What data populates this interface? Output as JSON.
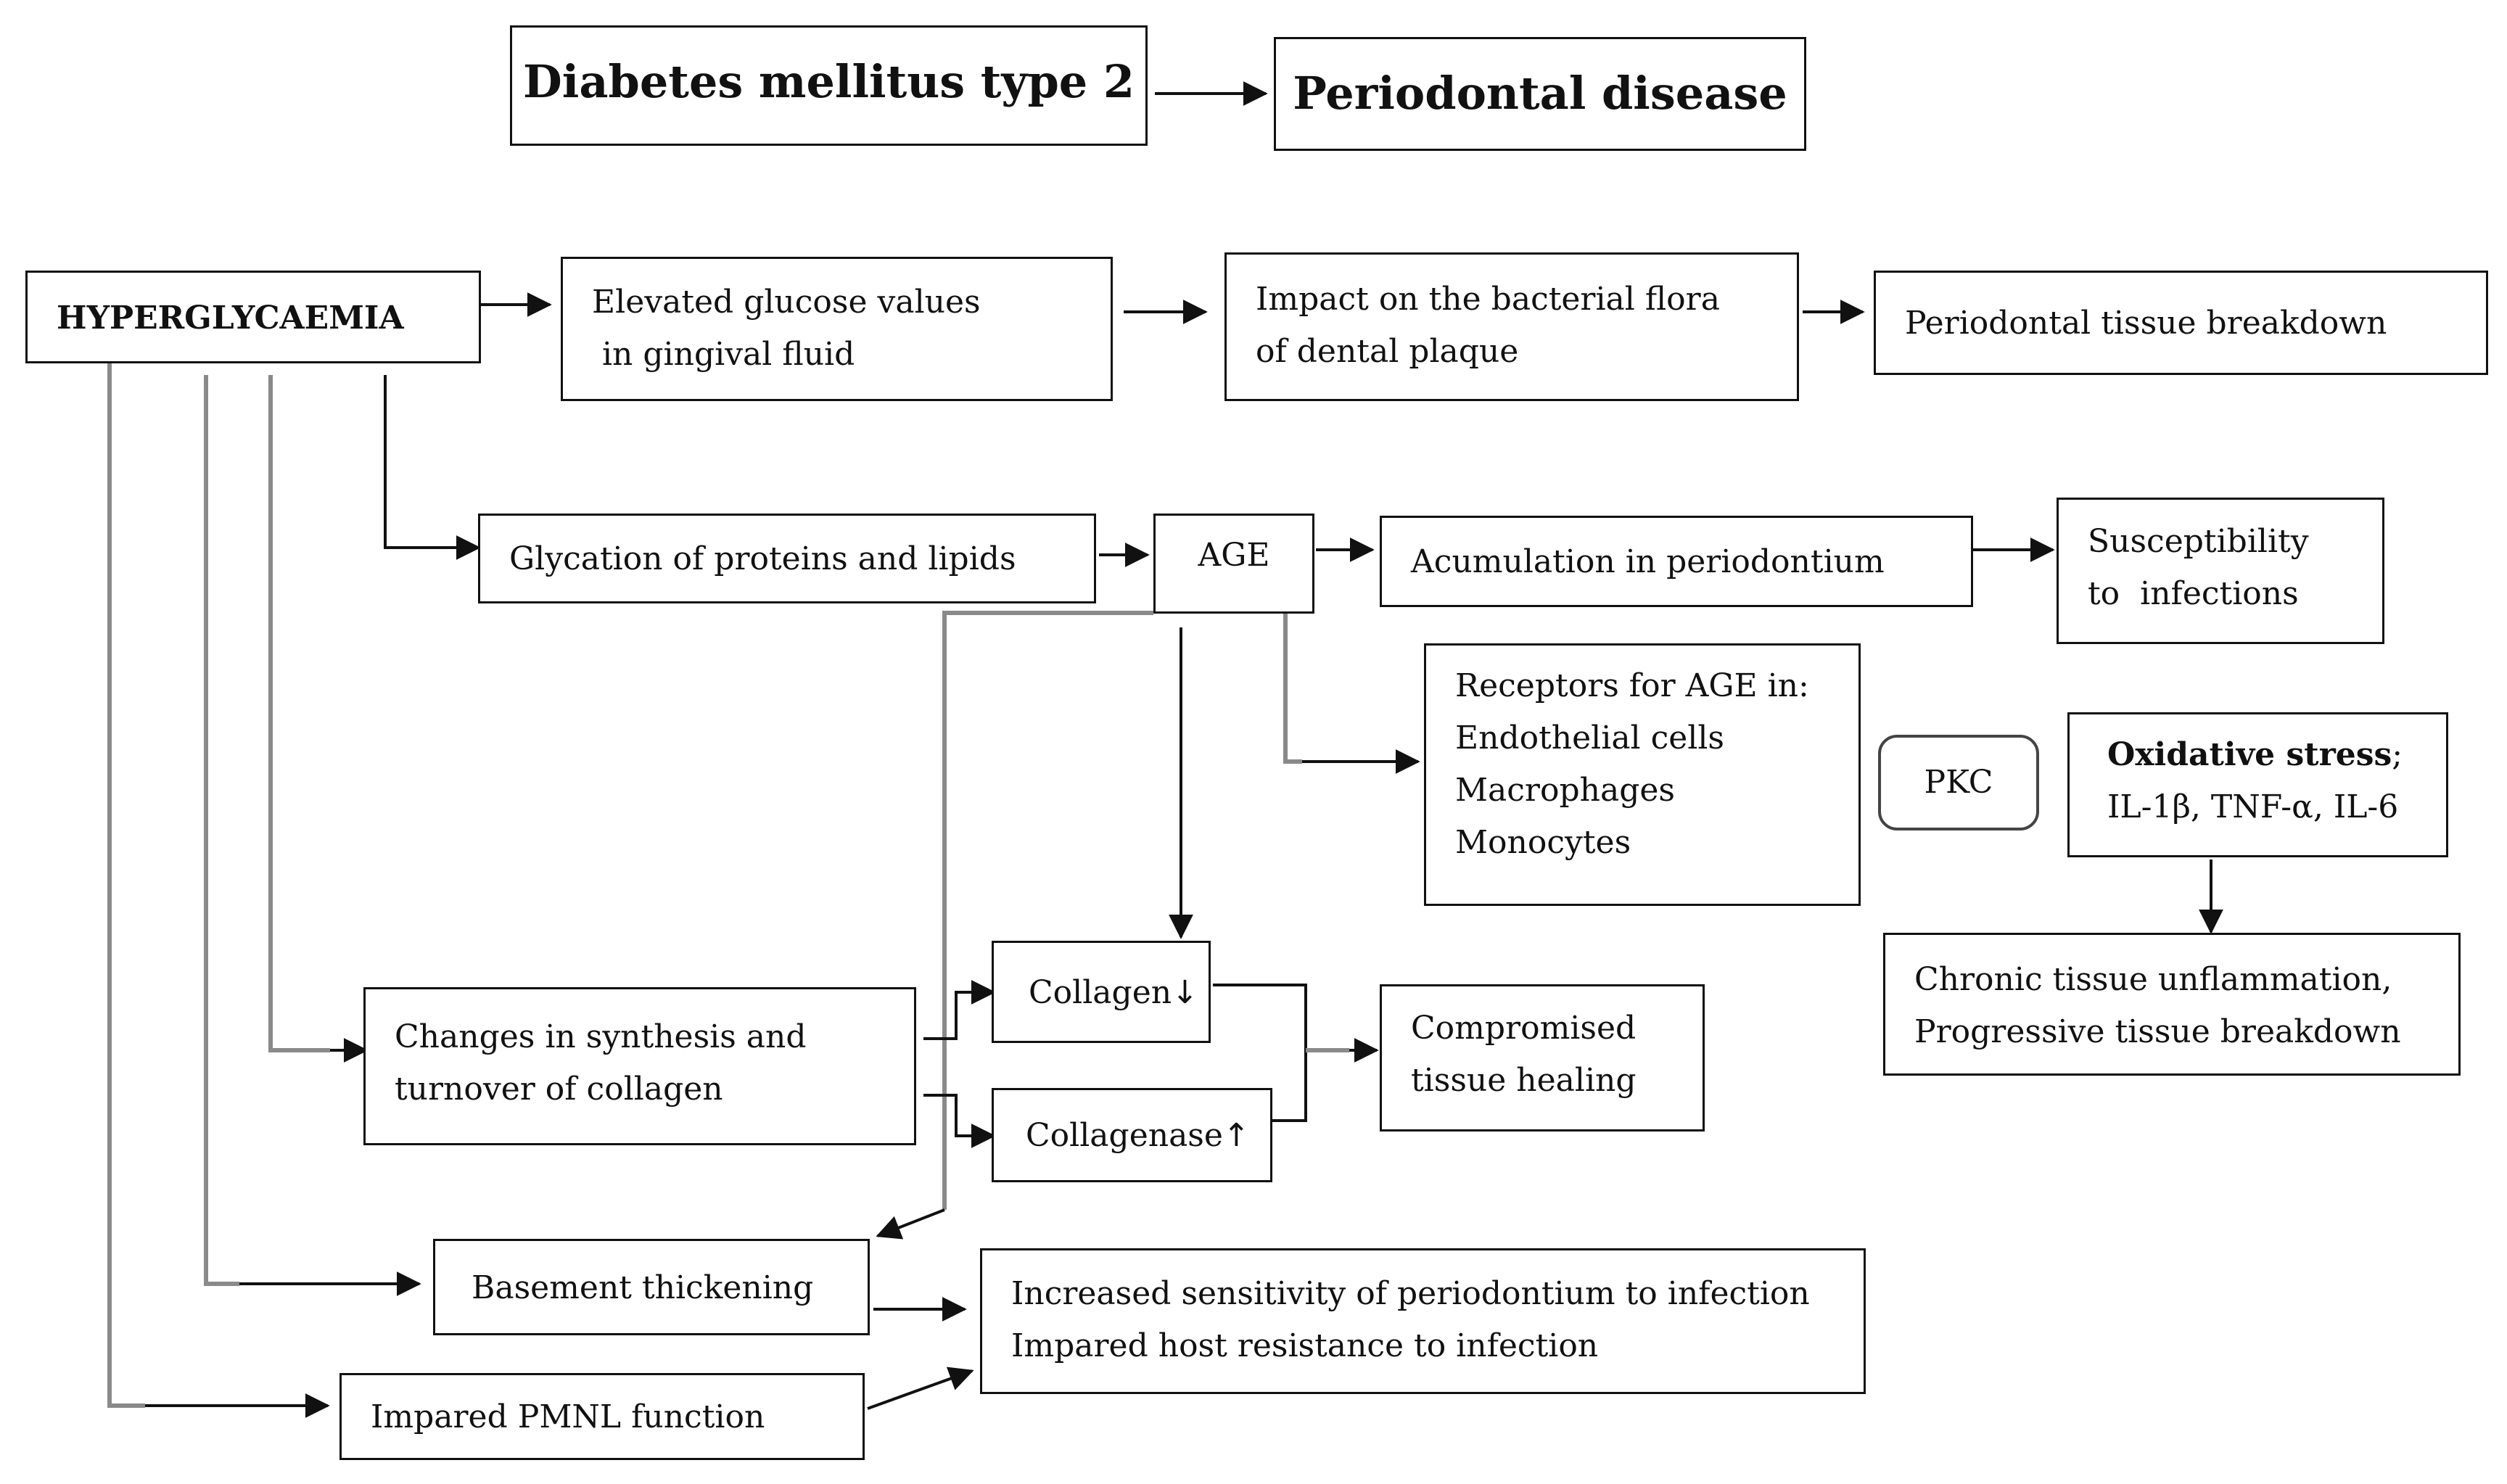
{
  "header": {
    "left": "Diabetes mellitus type 2",
    "right": "Periodontal disease"
  },
  "nodes": {
    "hyperglycaemia": "HYPERGLYCAEMIA",
    "glucose": [
      "Elevated glucose values",
      " in gingival fluid"
    ],
    "bacterial": [
      "Impact on the bacterial flora",
      "of dental plaque"
    ],
    "breakdown": "Periodontal tissue breakdown",
    "glycation": "Glycation of proteins and lipids",
    "age": "AGE",
    "accumulation": "Acumulation in periodontium",
    "susceptibility": [
      "Susceptibility",
      "to  infections"
    ],
    "receptors": [
      "Receptors for AGE in:",
      "Endothelial cells",
      "Macrophages",
      "Monocytes"
    ],
    "pkc": "PKC",
    "oxidative": {
      "bold": "Oxidative stress",
      "rest": ";",
      "line2": "IL-1β, TNF-α, IL-6"
    },
    "chronic": [
      "Chronic tissue unflammation,",
      "Progressive tissue breakdown"
    ],
    "changes": [
      "Changes in synthesis and",
      "turnover of collagen"
    ],
    "collagen": {
      "label": "Collagen",
      "arrow": "down"
    },
    "collagenase": {
      "label": "Collagenase",
      "arrow": "up"
    },
    "healing": [
      "Compromised",
      "tissue healing"
    ],
    "basement": "Basement thickening",
    "sensitivity": [
      "Increased sensitivity of periodontium to infection",
      "Impared host resistance to infection"
    ],
    "pmnl": "Impared PMNL function"
  },
  "colors": {
    "line": "#111111",
    "gray_line": "#8a8a8a"
  }
}
